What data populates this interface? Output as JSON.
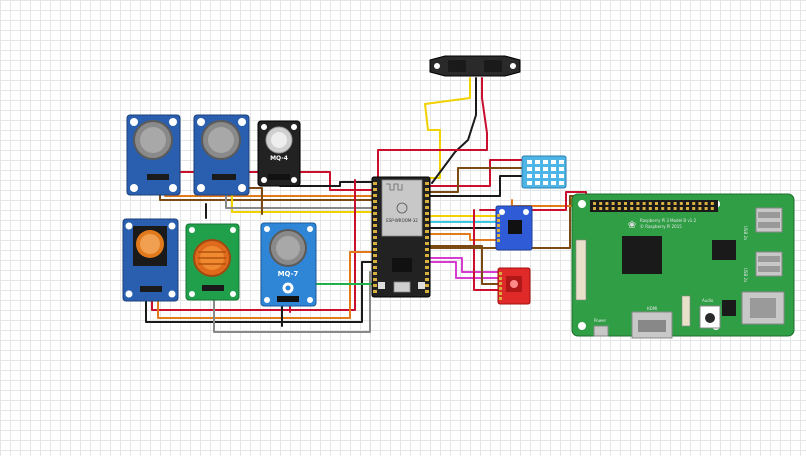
{
  "sensors": {
    "mq4_label": "MQ-4",
    "mq7_label": "MQ-7"
  },
  "esp32": {
    "wifi_label": "ESP-WROOM-32"
  },
  "raspberry_pi": {
    "board_label": "Raspberry Pi 3 Model B v1.2",
    "copyright_label": "© Raspberry Pi 2015",
    "hdmi_label": "HDMI",
    "power_label": "Power",
    "audio_label": "Audio",
    "usb_label_1": "USB 2x",
    "usb_label_2": "USB 2x"
  },
  "colors": {
    "wire_red": "#c8102e",
    "wire_black": "#1a1a1a",
    "wire_yellow": "#f2d100",
    "wire_orange": "#e07a1c",
    "wire_brown": "#7a4a12",
    "wire_gray": "#888888",
    "wire_green": "#21b04b",
    "wire_cyan": "#3cc8e0",
    "wire_magenta": "#d63cd0",
    "sensor_blue": "#2a5fb0",
    "pi_green": "#2f9e45",
    "esp_black": "#222222"
  }
}
